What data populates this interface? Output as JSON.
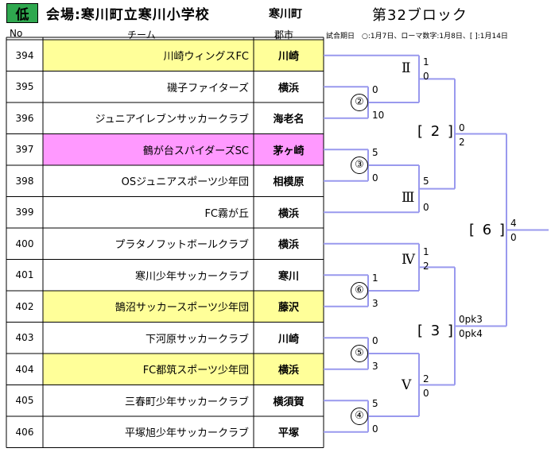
{
  "header": {
    "badge": "低",
    "venue": "会場:寒川町立寒川小学校",
    "venue_city": "寒川町",
    "block": "第32ブロック",
    "col_no": "No",
    "col_team": "チーム",
    "col_city": "郡市",
    "note": "試合期日　○:1月7日、ローマ数字:1月8日、[ ]:1月14日"
  },
  "colors": {
    "badge_green": "#2fa84f",
    "highlight_yellow": "#ffff99",
    "highlight_pink": "#ff99ff",
    "bracket_line": "#9999ee"
  },
  "teams": [
    {
      "no": "394",
      "name": "川崎ウィングスFC",
      "city": "川崎",
      "highlight": "yellow"
    },
    {
      "no": "395",
      "name": "磯子ファイターズ",
      "city": "横浜",
      "highlight": ""
    },
    {
      "no": "396",
      "name": "ジュニアイレブンサッカークラブ",
      "city": "海老名",
      "highlight": ""
    },
    {
      "no": "397",
      "name": "鶴が台スパイダーズSC",
      "city": "茅ヶ崎",
      "highlight": "pink"
    },
    {
      "no": "398",
      "name": "OSジュニアスポーツ少年団",
      "city": "相模原",
      "highlight": ""
    },
    {
      "no": "399",
      "name": "FC霧が丘",
      "city": "横浜",
      "highlight": ""
    },
    {
      "no": "400",
      "name": "プラタノフットボールクラブ",
      "city": "横浜",
      "highlight": ""
    },
    {
      "no": "401",
      "name": "寒川少年サッカークラブ",
      "city": "寒川",
      "highlight": ""
    },
    {
      "no": "402",
      "name": "鵠沼サッカースポーツ少年団",
      "city": "藤沢",
      "highlight": "yellow"
    },
    {
      "no": "403",
      "name": "下河原サッカークラブ",
      "city": "川崎",
      "highlight": ""
    },
    {
      "no": "404",
      "name": "FC都筑スポーツ少年団",
      "city": "横浜",
      "highlight": "yellow"
    },
    {
      "no": "405",
      "name": "三春町少年サッカークラブ",
      "city": "横須賀",
      "highlight": ""
    },
    {
      "no": "406",
      "name": "平塚旭少年サッカークラブ",
      "city": "平塚",
      "highlight": ""
    }
  ],
  "bracket": {
    "r1": [
      {
        "id": "m2",
        "label": "②",
        "top": "0",
        "bottom": "10"
      },
      {
        "id": "m3",
        "label": "③",
        "top": "5",
        "bottom": "0"
      },
      {
        "id": "m6",
        "label": "⑥",
        "top": "1",
        "bottom": "3"
      },
      {
        "id": "m5",
        "label": "⑤",
        "top": "0",
        "bottom": "3"
      },
      {
        "id": "m4",
        "label": "④",
        "top": "5",
        "bottom": "0"
      }
    ],
    "r2": [
      {
        "id": "mII",
        "label": "Ⅱ",
        "top": "1",
        "bottom": "0"
      },
      {
        "id": "mIII",
        "label": "Ⅲ",
        "top": "5",
        "bottom": "0"
      },
      {
        "id": "mIV",
        "label": "Ⅳ",
        "top": "1",
        "bottom": "2"
      },
      {
        "id": "mV",
        "label": "Ⅴ",
        "top": "2",
        "bottom": "0"
      }
    ],
    "r3": [
      {
        "id": "q2",
        "label": "[ 2 ]",
        "top": "0",
        "bottom": "2"
      },
      {
        "id": "q3",
        "label": "[ 3 ]",
        "top": "0pk3",
        "bottom": "0pk4"
      }
    ],
    "final": {
      "id": "q6",
      "label": "[ 6 ]",
      "top": "4",
      "bottom": "0"
    }
  }
}
